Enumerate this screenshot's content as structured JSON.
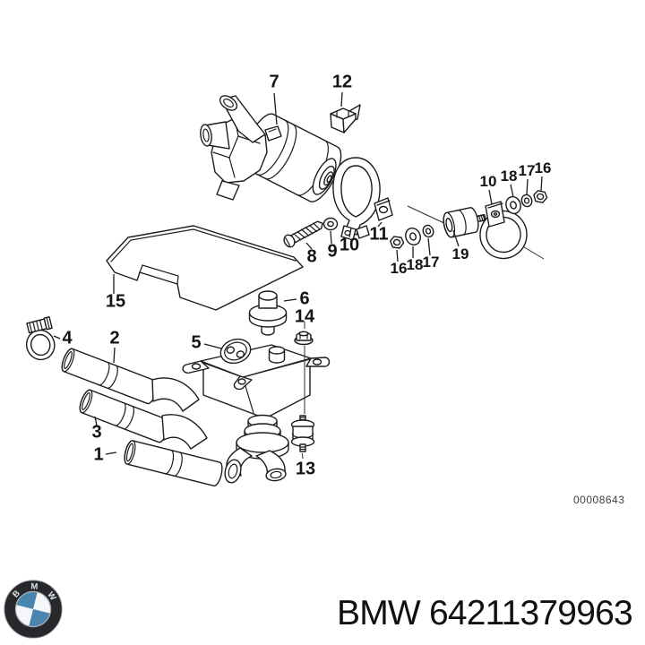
{
  "diagram": {
    "catalog_number": "00008643",
    "callouts": [
      {
        "part": "hose-1",
        "text": "1"
      },
      {
        "part": "hose-2",
        "text": "2"
      },
      {
        "part": "hose-3",
        "text": "3"
      },
      {
        "part": "hose-clamp-4",
        "text": "4"
      },
      {
        "part": "valve-5",
        "text": "5"
      },
      {
        "part": "grommet-6",
        "text": "6"
      },
      {
        "part": "pump-7",
        "text": "7"
      },
      {
        "part": "screw-8",
        "text": "8"
      },
      {
        "part": "washer-9",
        "text": "9"
      },
      {
        "part": "strap-10-left",
        "text": "10"
      },
      {
        "part": "clip-11",
        "text": "11"
      },
      {
        "part": "clip-12",
        "text": "12"
      },
      {
        "part": "rubber-mount-13",
        "text": "13"
      },
      {
        "part": "nut-14",
        "text": "14"
      },
      {
        "part": "cover-15",
        "text": "15"
      },
      {
        "part": "nut-16-left",
        "text": "16"
      },
      {
        "part": "washer-17-left",
        "text": "17"
      },
      {
        "part": "washer-18-left",
        "text": "18"
      },
      {
        "part": "bushing-19",
        "text": "19"
      },
      {
        "part": "bracket-10-right",
        "text": "10"
      },
      {
        "part": "washer-18-right",
        "text": "18"
      },
      {
        "part": "washer-17-right",
        "text": "17"
      },
      {
        "part": "nut-16-right",
        "text": "16"
      }
    ]
  },
  "footer": {
    "brand": "BMW",
    "part_number": "64211379963",
    "logo_letters": [
      "B",
      "M",
      "W"
    ],
    "colors": {
      "roundel_blue": "#4a85af",
      "roundel_ring": "#26282b",
      "line_art": "#1c1c1c"
    }
  }
}
